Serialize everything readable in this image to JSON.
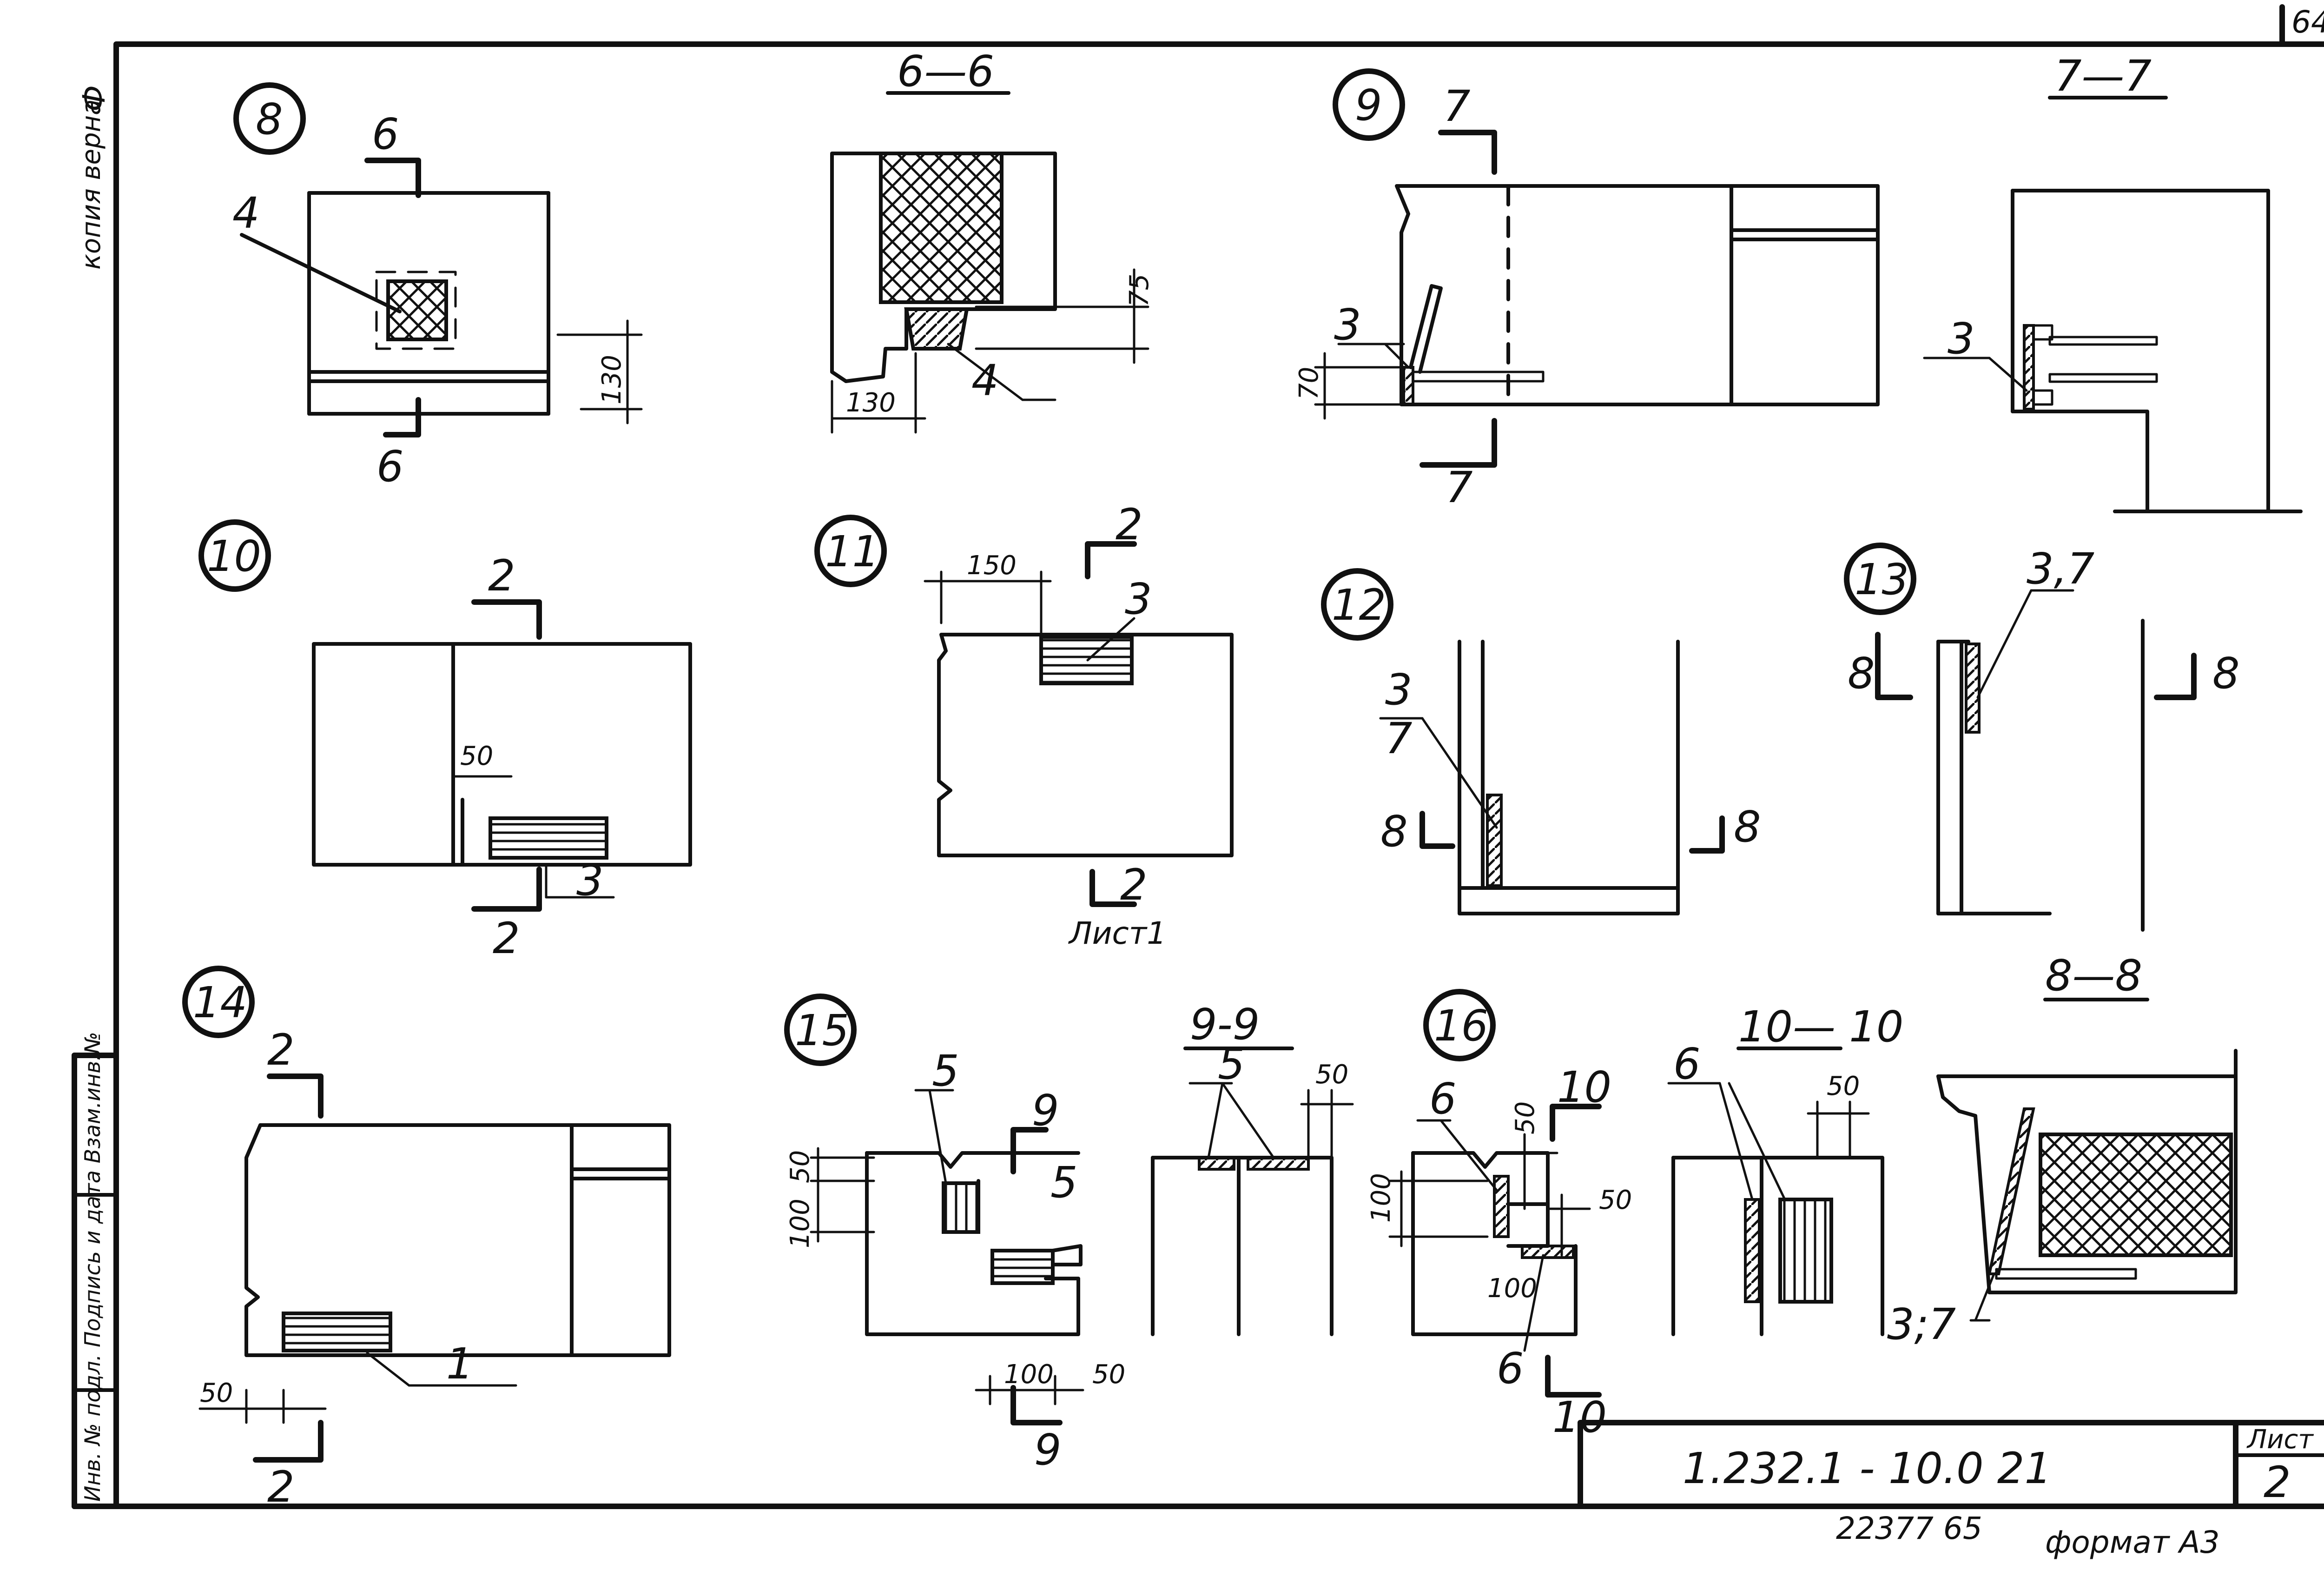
{
  "sheet": {
    "page_number_top": "64",
    "stamp_left": "копия верна",
    "stamp_initials": "Ф",
    "left_column_label": "Инв. № подл. Подпись и дата Взам.инв.№",
    "title_block": {
      "code": "1.232.1 - 10.0 21",
      "sheet_label": "Лист",
      "sheet_value": "2"
    },
    "footer_numbers": "22377   65",
    "footer_format": "формат А3"
  },
  "nodes": [
    {
      "id": "8",
      "label": "8"
    },
    {
      "id": "9",
      "label": "9"
    },
    {
      "id": "10",
      "label": "10"
    },
    {
      "id": "11",
      "label": "11"
    },
    {
      "id": "12",
      "label": "12"
    },
    {
      "id": "13",
      "label": "13"
    },
    {
      "id": "14",
      "label": "14"
    },
    {
      "id": "15",
      "label": "15"
    },
    {
      "id": "16",
      "label": "16"
    }
  ],
  "section_titles": {
    "s6_6": "6—6",
    "s7_7": "7—7",
    "s9_9": "9-9",
    "s10_10": "10— 10",
    "s8_8": "8—8"
  },
  "node8": {
    "cut_top": "6",
    "cut_bottom": "6",
    "callout": "4",
    "dim": "130"
  },
  "section6": {
    "dim_v": "75",
    "dim_h": "130",
    "callout": "4"
  },
  "node9": {
    "cut_top": "7",
    "cut_bottom": "7",
    "callout": "3",
    "dim": "70"
  },
  "section7": {
    "callout": "3"
  },
  "node10": {
    "cut_top": "2",
    "cut_bottom": "2",
    "dim": "50",
    "callout": "3"
  },
  "node11": {
    "cut_top": "2",
    "cut_bottom": "2",
    "dim": "150",
    "callout": "3",
    "note": "Лист1"
  },
  "node12": {
    "callout_a": "3",
    "callout_b": "7",
    "cut_left": "8",
    "cut_right": "8"
  },
  "node13": {
    "callout": "3,7",
    "cut_left": "8",
    "cut_right": "8"
  },
  "node14": {
    "cut_top": "2",
    "cut_bottom": "2",
    "dim": "50",
    "callout": "1"
  },
  "node15": {
    "callout_a": "5",
    "callout_b": "5",
    "dim_a": "50",
    "dim_b": "100",
    "dim_c": "100",
    "dim_d": "50",
    "cut_top": "9",
    "cut_bottom": "9"
  },
  "section9": {
    "callout": "5",
    "dim": "50"
  },
  "node16": {
    "callout_a": "6",
    "callout_b": "6",
    "dim_a": "50",
    "dim_b": "100",
    "dim_c": "50",
    "dim_d": "100",
    "cut_top": "10",
    "cut_bottom": "10"
  },
  "section10": {
    "callout": "6",
    "dim": "50"
  },
  "section8": {
    "callout": "3;7"
  }
}
